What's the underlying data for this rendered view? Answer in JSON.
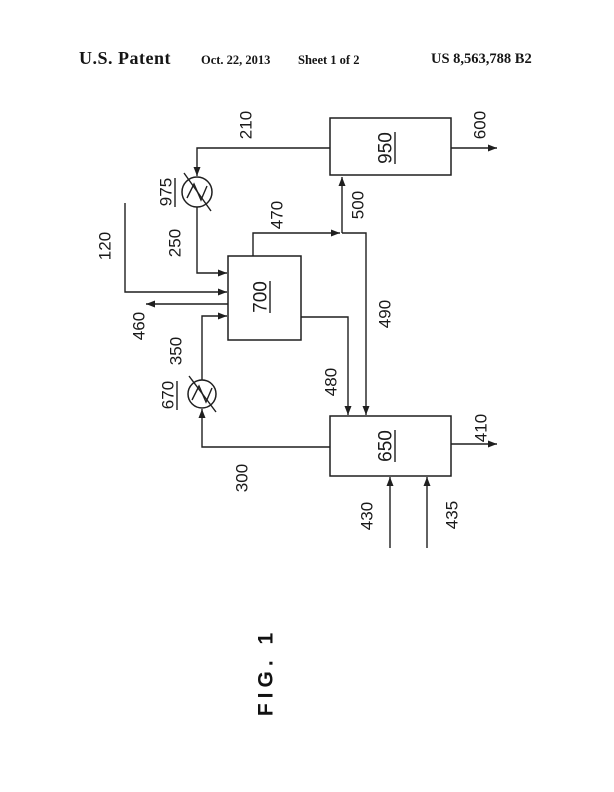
{
  "header": {
    "title": "U.S. Patent",
    "date": "Oct. 22, 2013",
    "sheet": "Sheet 1 of 2",
    "patent_number": "US 8,563,788 B2"
  },
  "figure": {
    "caption": "FIG. 1",
    "units": {
      "u950": "950",
      "u700": "700",
      "u650": "650",
      "u975": "975",
      "u670": "670"
    },
    "streams": {
      "s120": "120",
      "s210": "210",
      "s250": "250",
      "s300": "300",
      "s350": "350",
      "s410": "410",
      "s430": "430",
      "s435": "435",
      "s460": "460",
      "s470": "470",
      "s480": "480",
      "s490": "490",
      "s500": "500",
      "s600": "600"
    }
  },
  "colors": {
    "ink": "#1f1f1f",
    "paper": "#ffffff"
  }
}
